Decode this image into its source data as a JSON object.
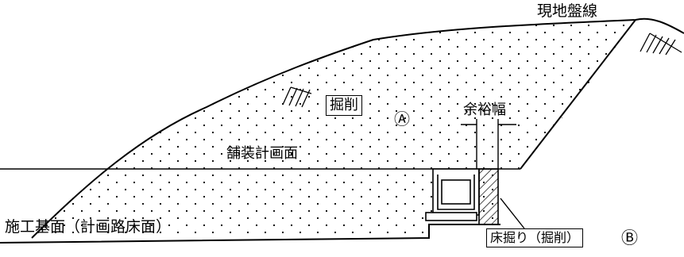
{
  "labels": {
    "ground_line": "現地盤線",
    "excavation": "掘削",
    "region_a": "Ⓐ",
    "margin_width": "余裕幅",
    "pavement_plane": "舗装計画面",
    "subgrade": "施工基面（計画路床面）",
    "floor_excavation": "床掘り（掘削）",
    "region_b": "Ⓑ"
  }
}
